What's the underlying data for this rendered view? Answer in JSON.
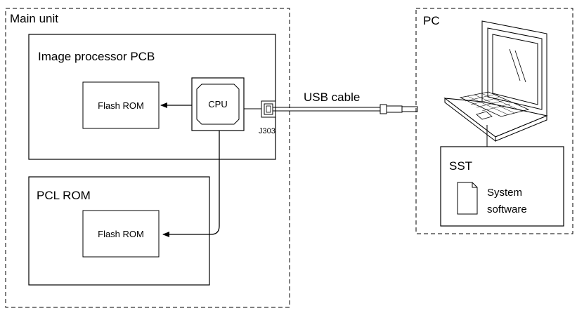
{
  "main_unit": {
    "label": "Main unit",
    "image_processor_pcb": {
      "label": "Image processor PCB",
      "flash_rom_label": "Flash ROM",
      "cpu_label": "CPU",
      "connector_label": "J303"
    },
    "pcl_rom": {
      "label": "PCL ROM",
      "flash_rom_label": "Flash ROM"
    }
  },
  "usb_cable_label": "USB cable",
  "pc": {
    "label": "PC",
    "sst": {
      "label": "SST",
      "file_label_line1": "System",
      "file_label_line2": "software"
    }
  },
  "colors": {
    "line": "#000000",
    "background": "#ffffff"
  }
}
